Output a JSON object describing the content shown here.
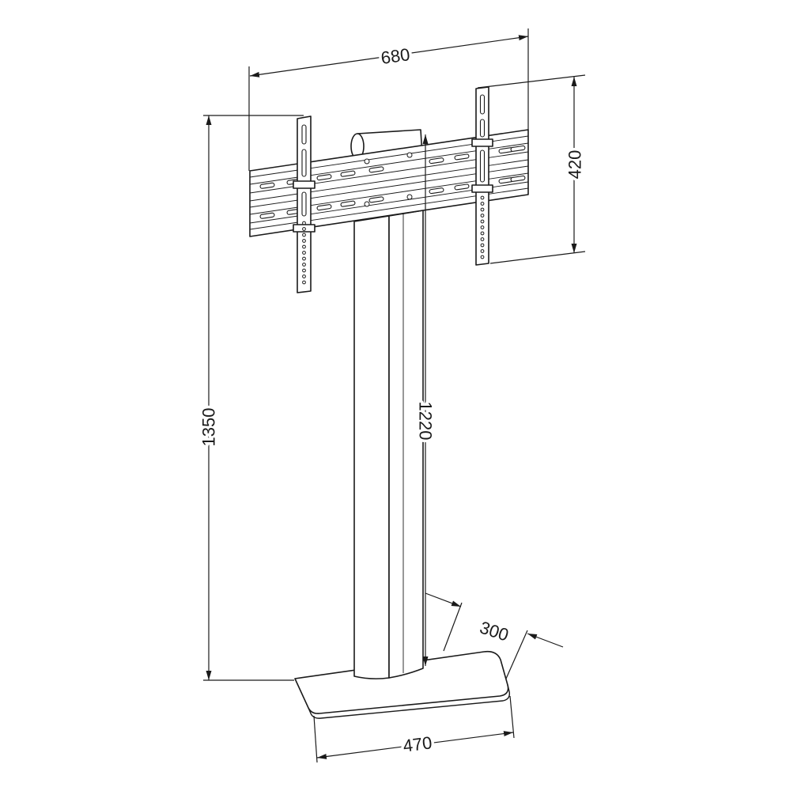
{
  "colors": {
    "line": "#1a1a1a",
    "background": "#ffffff"
  },
  "dimensions": {
    "top_width": "680",
    "bracket_height": "420",
    "overall_height": "1350",
    "column_height": "1220",
    "base_depth": "300",
    "base_width": "470"
  }
}
